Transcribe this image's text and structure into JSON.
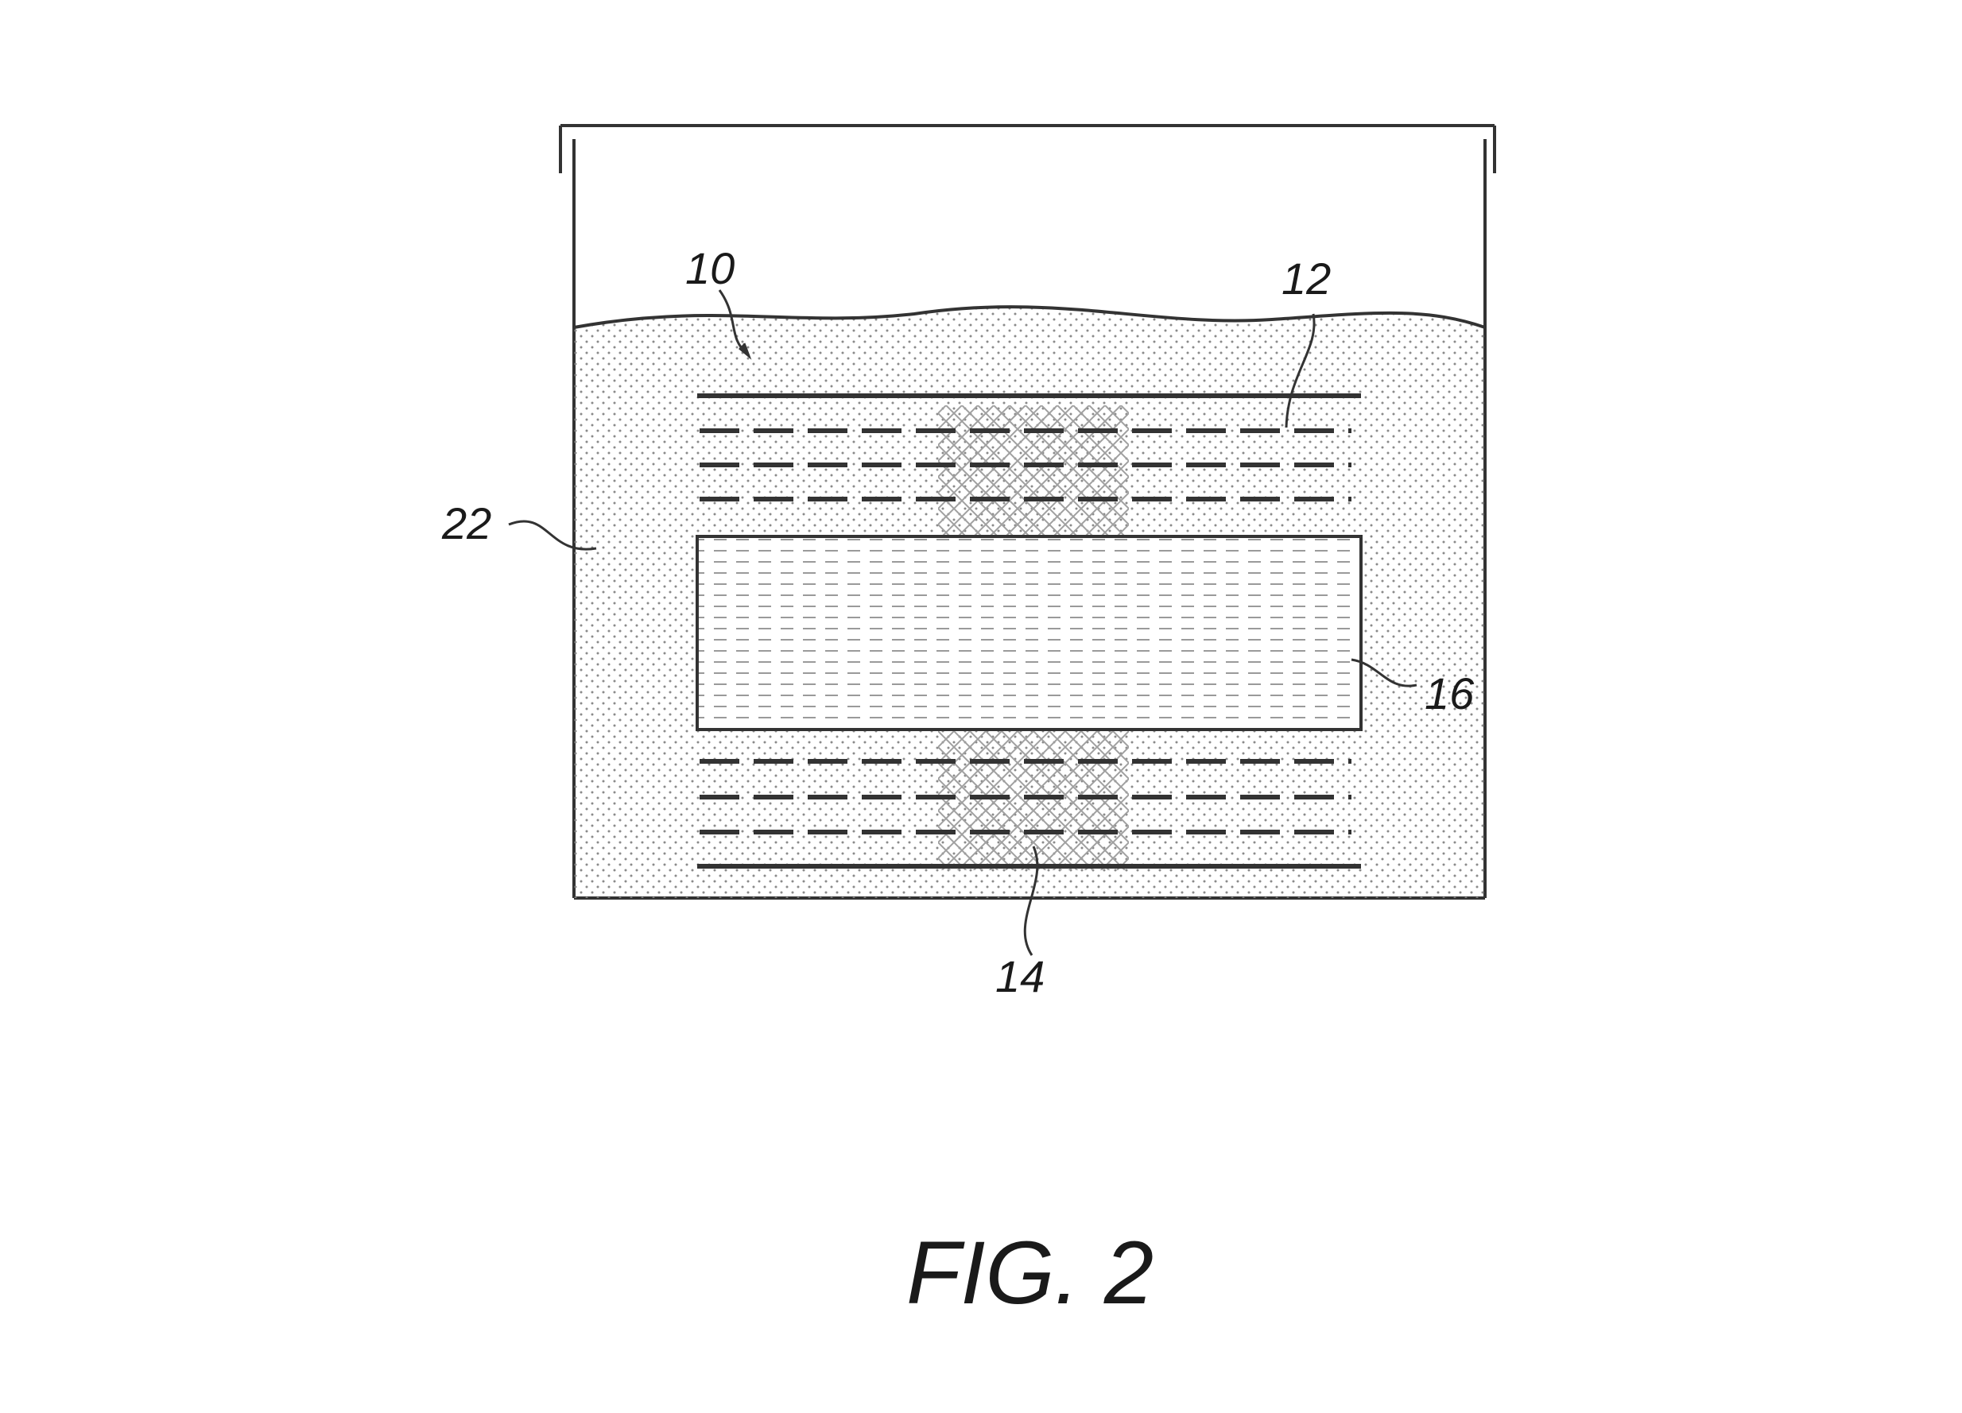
{
  "figure": {
    "caption": "FIG. 2",
    "labels": {
      "assembly": "10",
      "top_layers": "12",
      "bottom_layers": "14",
      "core": "16",
      "bath": "22"
    }
  }
}
